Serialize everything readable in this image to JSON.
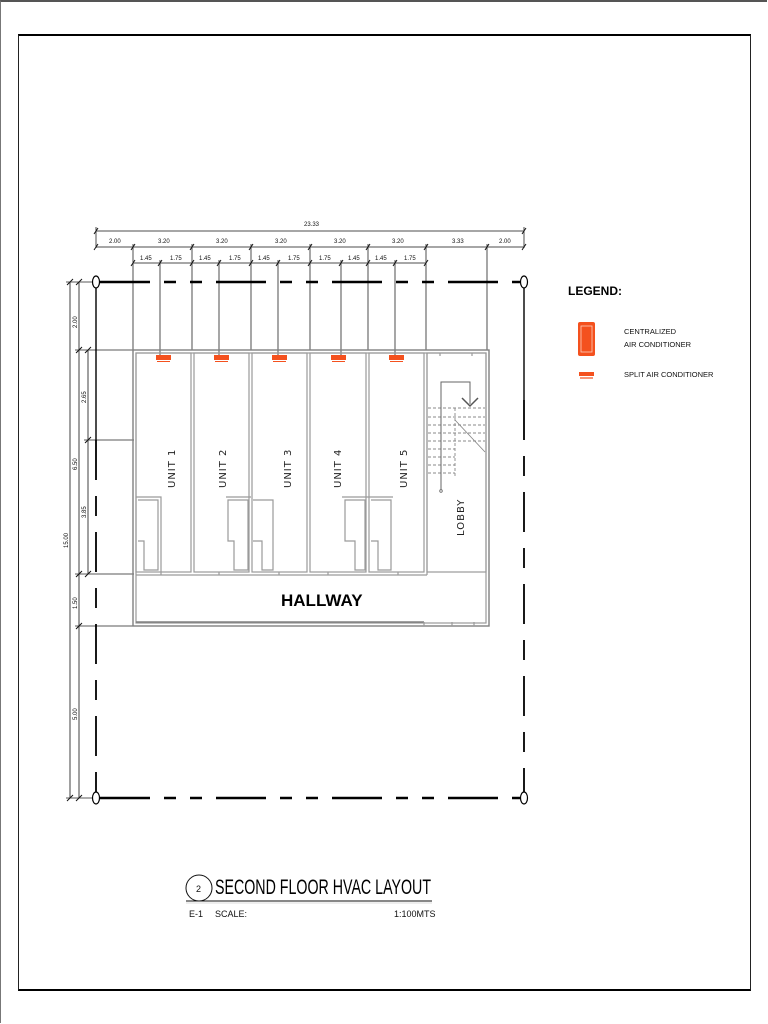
{
  "drawing": {
    "title": "SECOND FLOOR HVAC LAYOUT",
    "detail_number": "2",
    "sheet_ref": "E-1",
    "scale_label": "SCALE:",
    "scale_value": "1:100MTS"
  },
  "legend": {
    "title": "LEGEND:",
    "items": [
      {
        "symbol": "centralized-ac-symbol",
        "label_line1": "CENTRALIZED",
        "label_line2": "AIR CONDITIONER",
        "color": "#f4511e"
      },
      {
        "symbol": "split-ac-symbol",
        "label_line1": "SPLIT AIR CONDITIONER",
        "label_line2": "",
        "color": "#f4511e"
      }
    ]
  },
  "rooms": {
    "units": [
      "UNIT 1",
      "UNIT 2",
      "UNIT 3",
      "UNIT 4",
      "UNIT 5"
    ],
    "lobby": "LOBBY",
    "hallway": "HALLWAY"
  },
  "dimensions": {
    "overall_width": "23.33",
    "bays": [
      "2.00",
      "3.20",
      "3.20",
      "3.20",
      "3.20",
      "3.20",
      "3.33",
      "2.00"
    ],
    "sub_bays": [
      "1.45",
      "1.75",
      "1.45",
      "1.75",
      "1.45",
      "1.75",
      "1.75",
      "1.45",
      "1.45",
      "1.75"
    ],
    "overall_depth": "15.00",
    "depth_outer": [
      "2.00",
      "6.50",
      "1.50",
      "5.00"
    ],
    "depth_inner": [
      "2.65",
      "3.85"
    ]
  },
  "colors": {
    "ac_orange": "#f4511e",
    "wall_gray": "#9a9a9a",
    "line_black": "#000000"
  }
}
